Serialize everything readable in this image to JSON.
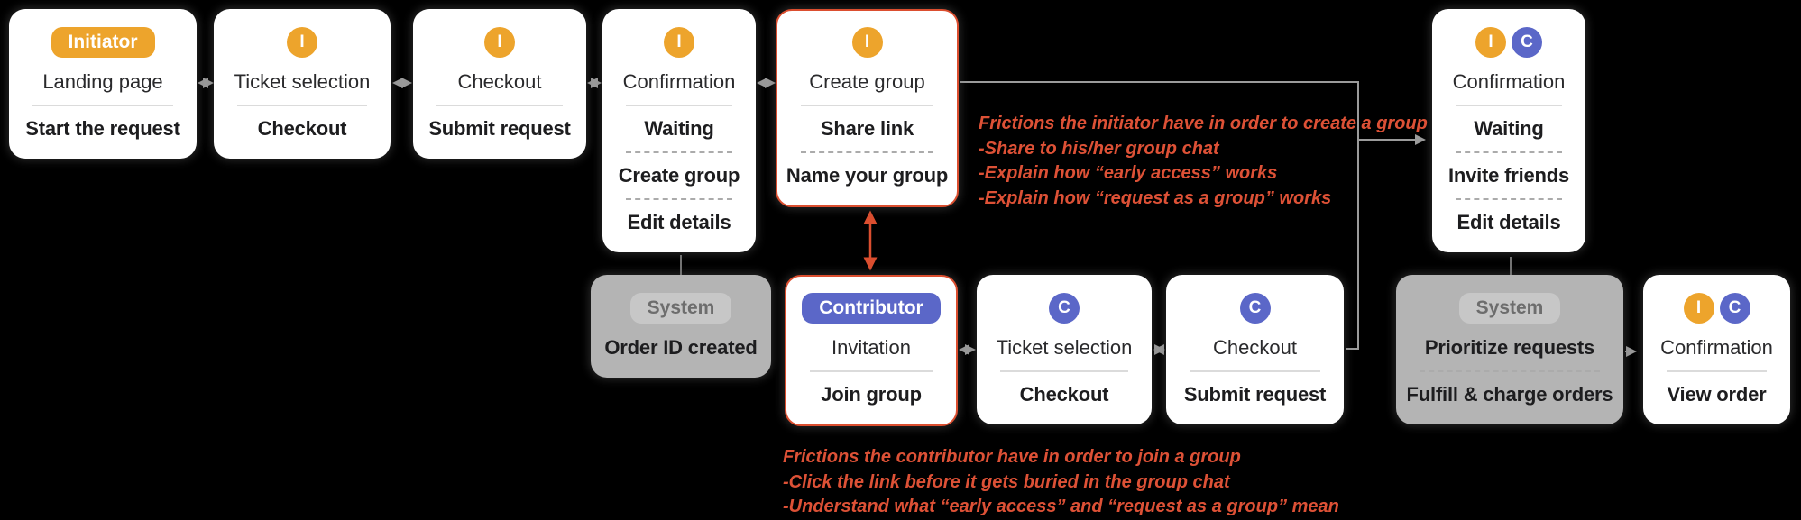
{
  "colors": {
    "background": "#000000",
    "card_bg": "#FFFFFF",
    "card_gray_bg": "#B4B4B4",
    "initiator_yellow": "#EDA42C",
    "contributor_blue": "#5B67C8",
    "system_pill_bg": "#C7C7C7",
    "system_text": "#6D6D6D",
    "alert_red": "#DB4E2F",
    "annotation_red": "#DD5136",
    "connector_gray": "#999999",
    "text_dark": "#1D1D1F"
  },
  "cards": {
    "landing": {
      "badge": "Initiator",
      "title": "Landing page",
      "action": "Start the request"
    },
    "ticket_i": {
      "badge": "I",
      "title": "Ticket selection",
      "action": "Checkout"
    },
    "checkout_i": {
      "badge": "I",
      "title": "Checkout",
      "action": "Submit request"
    },
    "confirmation_i": {
      "badge": "I",
      "title": "Confirmation",
      "actions": [
        "Waiting",
        "Create group",
        "Edit details"
      ]
    },
    "create_group": {
      "badge": "I",
      "title": "Create group",
      "actions": [
        "Share link",
        "Name your group"
      ]
    },
    "confirmation_ic": {
      "badges": [
        "I",
        "C"
      ],
      "title": "Confirmation",
      "actions": [
        "Waiting",
        "Invite friends",
        "Edit details"
      ]
    },
    "system_order": {
      "badge": "System",
      "action": "Order ID created"
    },
    "contributor": {
      "badge": "Contributor",
      "title": "Invitation",
      "action": "Join group"
    },
    "ticket_c": {
      "badge": "C",
      "title": "Ticket selection",
      "action": "Checkout"
    },
    "checkout_c": {
      "badge": "C",
      "title": "Checkout",
      "action": "Submit request"
    },
    "system_fulfill": {
      "badge": "System",
      "actions": [
        "Prioritize requests",
        "Fulfill & charge orders"
      ]
    },
    "confirmation_view": {
      "badges": [
        "I",
        "C"
      ],
      "title": "Confirmation",
      "action": "View order"
    }
  },
  "annotations": {
    "initiator_frictions": {
      "lines": [
        "Frictions the initiator have in order to create a group",
        "-Share to his/her group chat",
        "-Explain how “early access” works",
        "-Explain how “request as a group” works"
      ]
    },
    "contributor_frictions": {
      "lines": [
        "Frictions the contributor have in order to join a group",
        "-Click the link before it gets buried in the group chat",
        "-Understand what “early access” and “request as a group” mean"
      ]
    }
  }
}
